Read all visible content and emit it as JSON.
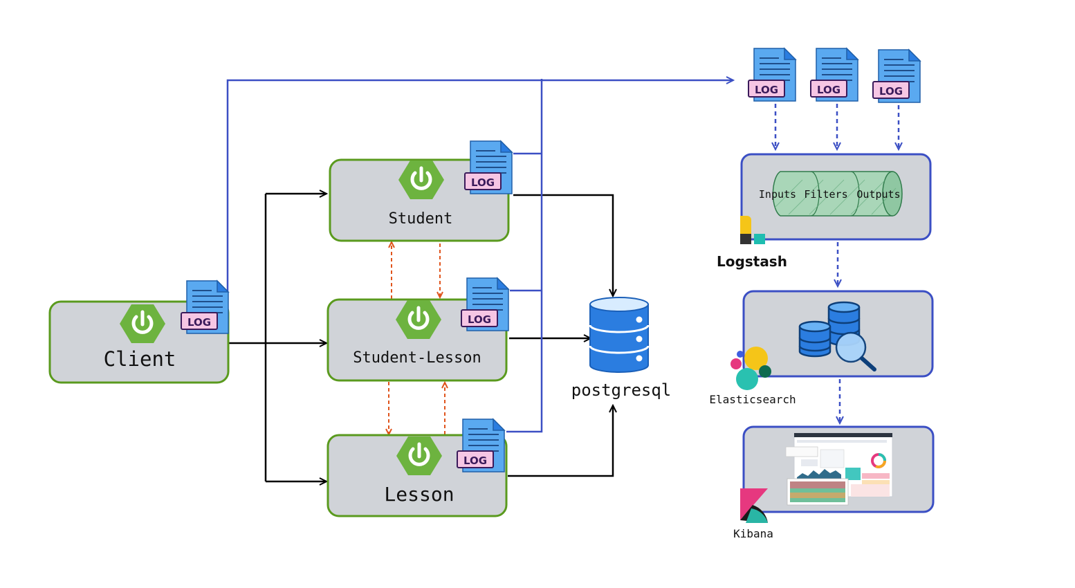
{
  "services": {
    "client": {
      "label": "Client"
    },
    "student": {
      "label": "Student"
    },
    "student_lesson": {
      "label": "Student-Lesson"
    },
    "lesson": {
      "label": "Lesson"
    }
  },
  "database": {
    "label": "postgresql"
  },
  "log_badge": "LOG",
  "logstash": {
    "label": "Logstash",
    "stages": [
      "Inputs",
      "Filters",
      "Outputs"
    ]
  },
  "elasticsearch": {
    "label": "Elasticsearch"
  },
  "kibana": {
    "label": "Kibana"
  },
  "colors": {
    "service_border": "#5a9a1e",
    "service_fill": "#d0d3d8",
    "spring_green": "#6db33f",
    "elk_border": "#3b4fc4",
    "log_flow": "#3b4fc4",
    "service_call": "#e0541c",
    "db_blue": "#2b7de0",
    "doc_blue": "#5aa9f0",
    "log_tag": "#f6c6e4"
  }
}
